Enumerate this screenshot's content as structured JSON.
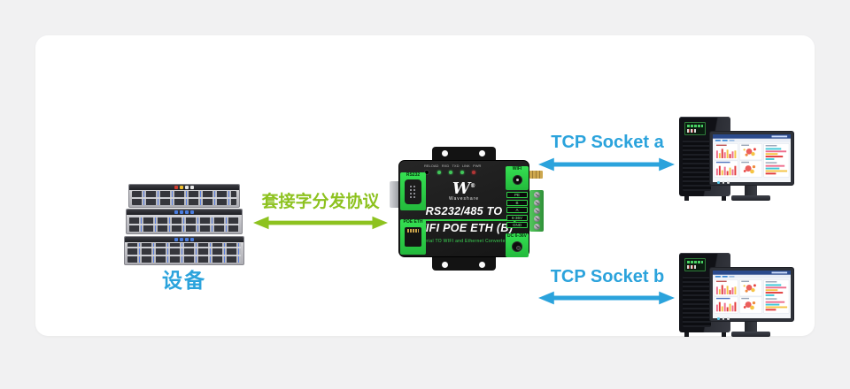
{
  "canvas": {
    "background": "#f1f1f2",
    "card_background": "#ffffff"
  },
  "palette": {
    "link_green": "#8dc21f",
    "link_blue": "#2ba3dc",
    "device_body_black": "#1a1a1a",
    "device_accent_green": "#2fd146"
  },
  "left_group": {
    "label": "设备"
  },
  "protocol_link": {
    "label": "套接字分发协议"
  },
  "tcp_links": [
    {
      "label": "TCP Socket a"
    },
    {
      "label": "TCP Socket b"
    }
  ],
  "converter": {
    "brand": "Waveshare",
    "logo_glyph": "W",
    "reg_mark": "®",
    "model_line1": "RS232/485 TO",
    "model_line2": "WIFI POE ETH (B)",
    "tagline": "Serial TO WIFI and Ethernet Converter",
    "indicator_labels": "RELOAD   RXD   TXD   LINK   PWR",
    "port_rs232": "RS232",
    "port_poe": "POE ETH",
    "port_wifi": "WIFI",
    "port_dc": "DC 6-36V",
    "terminals": [
      "PE",
      "B",
      "A",
      "6-36V",
      "GND"
    ]
  }
}
